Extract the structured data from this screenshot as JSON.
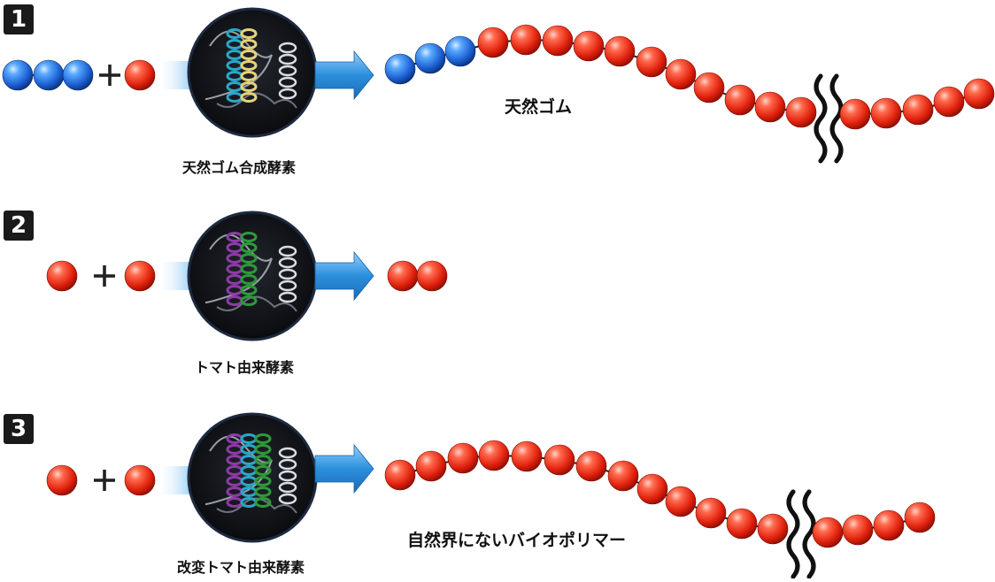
{
  "colors": {
    "red_bead": "#ee2a1a",
    "blue_bead": "#1f6fe0",
    "arrow_blue": "#2c8fdc",
    "enzyme_bg": "#0e1014",
    "link": "#222222"
  },
  "rows": [
    {
      "number": "1",
      "enzyme_label": "天然ゴム合成酵素",
      "product_label": "天然ゴム",
      "substrate": {
        "blue_count": 3,
        "red_count": 1
      },
      "helix_colors": [
        "#2aa8c8",
        "#e8d27a"
      ],
      "product_has_break": true
    },
    {
      "number": "2",
      "enzyme_label": "トマト由来酵素",
      "substrate": {
        "blue_count": 0,
        "red_count": 2
      },
      "helix_colors": [
        "#8e3aa8",
        "#2d9a3a"
      ],
      "product_has_break": false
    },
    {
      "number": "3",
      "enzyme_label": "改変トマト由来酵素",
      "product_label": "自然界にないバイオポリマー",
      "substrate": {
        "blue_count": 0,
        "red_count": 2
      },
      "helix_colors": [
        "#8e3aa8",
        "#2aa8c8",
        "#2d9a3a"
      ],
      "product_has_break": true
    }
  ]
}
